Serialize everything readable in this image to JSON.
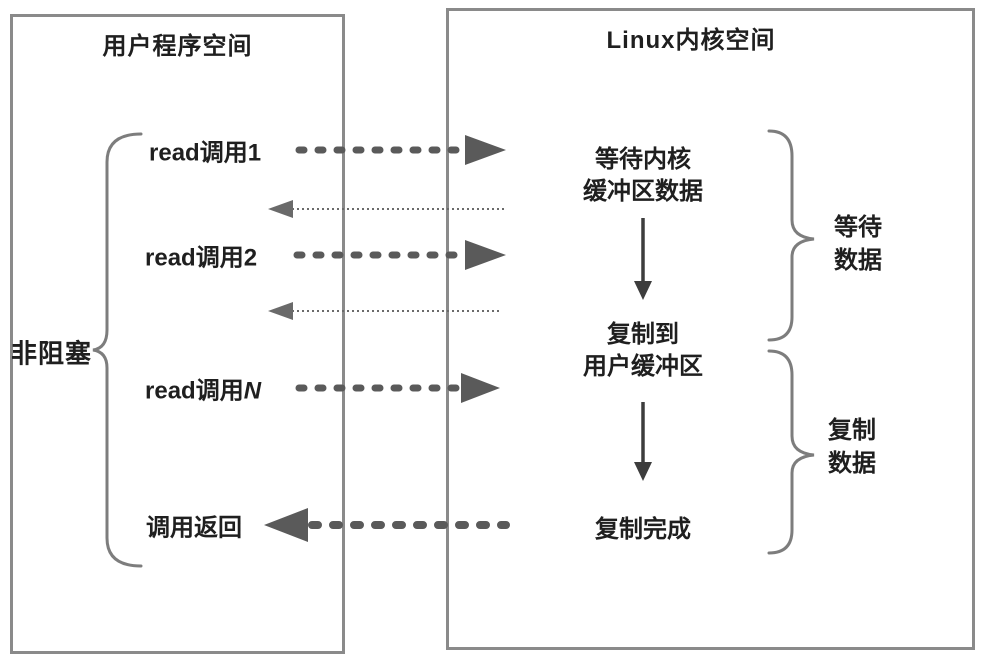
{
  "left_box": {
    "title": "用户程序空间",
    "brace_label": "非阻塞",
    "rows": [
      {
        "label": "read调用1"
      },
      {
        "label": "read调用2"
      },
      {
        "label_prefix": "read调用",
        "label_italic": "N"
      },
      {
        "label": "调用返回"
      }
    ]
  },
  "right_box": {
    "title": "Linux内核空间",
    "steps": [
      {
        "label": "等待内核\n缓冲区数据"
      },
      {
        "label": "复制到\n用户缓冲区"
      },
      {
        "label": "复制完成"
      }
    ],
    "braces": [
      {
        "label": "等待\n数据"
      },
      {
        "label": "复制\n数据"
      }
    ]
  },
  "colors": {
    "box_border": "#8a8a8a",
    "text": "#1f1f1f",
    "thick_arrow": "#5a5a5a",
    "thin_arrow": "#6a6a6a",
    "flow_arrow": "#3d3d3d",
    "brace": "#7d7d7d"
  }
}
